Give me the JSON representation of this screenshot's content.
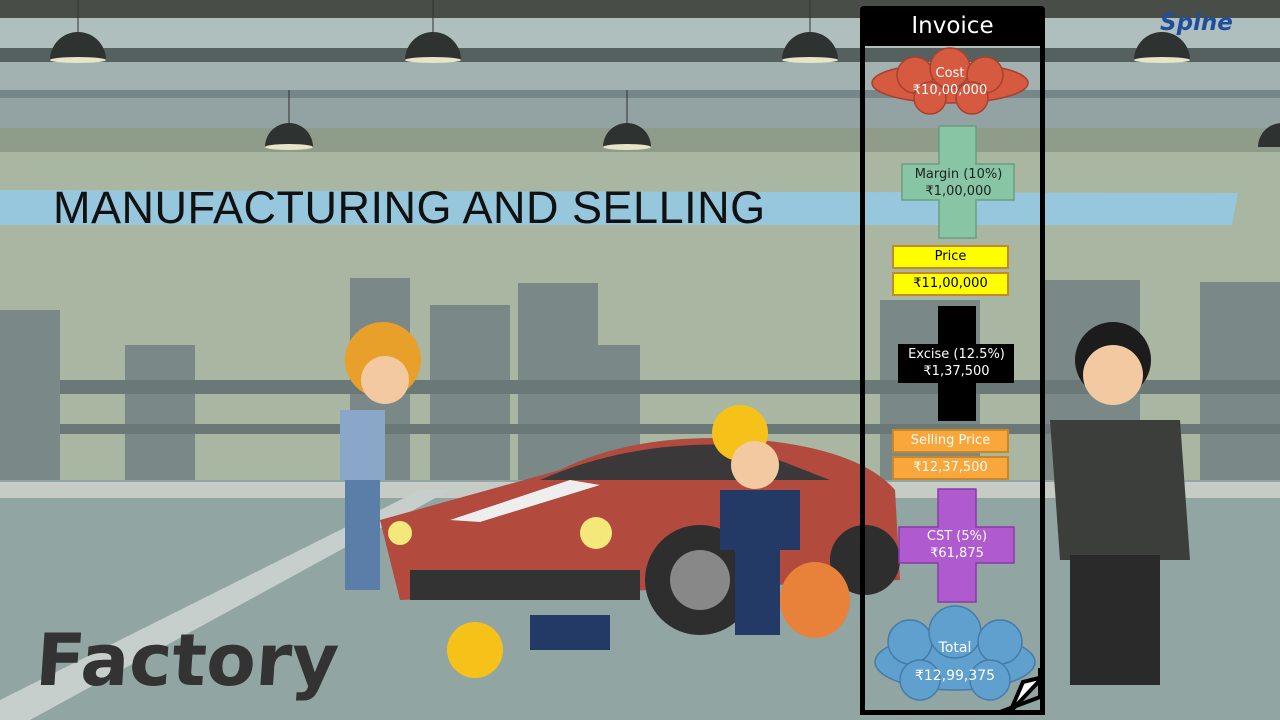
{
  "slide": {
    "title": "MANUFACTURING AND SELLING",
    "location_label": "Factory",
    "logo_text": "Spine"
  },
  "invoice": {
    "header": "Invoice",
    "cost": {
      "label": "Cost",
      "value": "₹10,00,000"
    },
    "margin": {
      "label": "Margin (10%)",
      "value": "₹1,00,000"
    },
    "price": {
      "label": "Price",
      "value": "₹11,00,000"
    },
    "excise": {
      "label": "Excise (12.5%)",
      "value": "₹1,37,500"
    },
    "selling_price": {
      "label": "Selling Price",
      "value": "₹12,37,500"
    },
    "cst": {
      "label": "CST (5%)",
      "value": "₹61,875"
    },
    "total": {
      "label": "Total",
      "value": "₹12,99,375"
    }
  },
  "colors": {
    "cost": "#d65a40",
    "margin": "#88c5a5",
    "price": "#ffff00",
    "excise": "#000000",
    "selling_price": "#f9a63a",
    "cst": "#b05ad0",
    "total": "#5fa0cf"
  }
}
